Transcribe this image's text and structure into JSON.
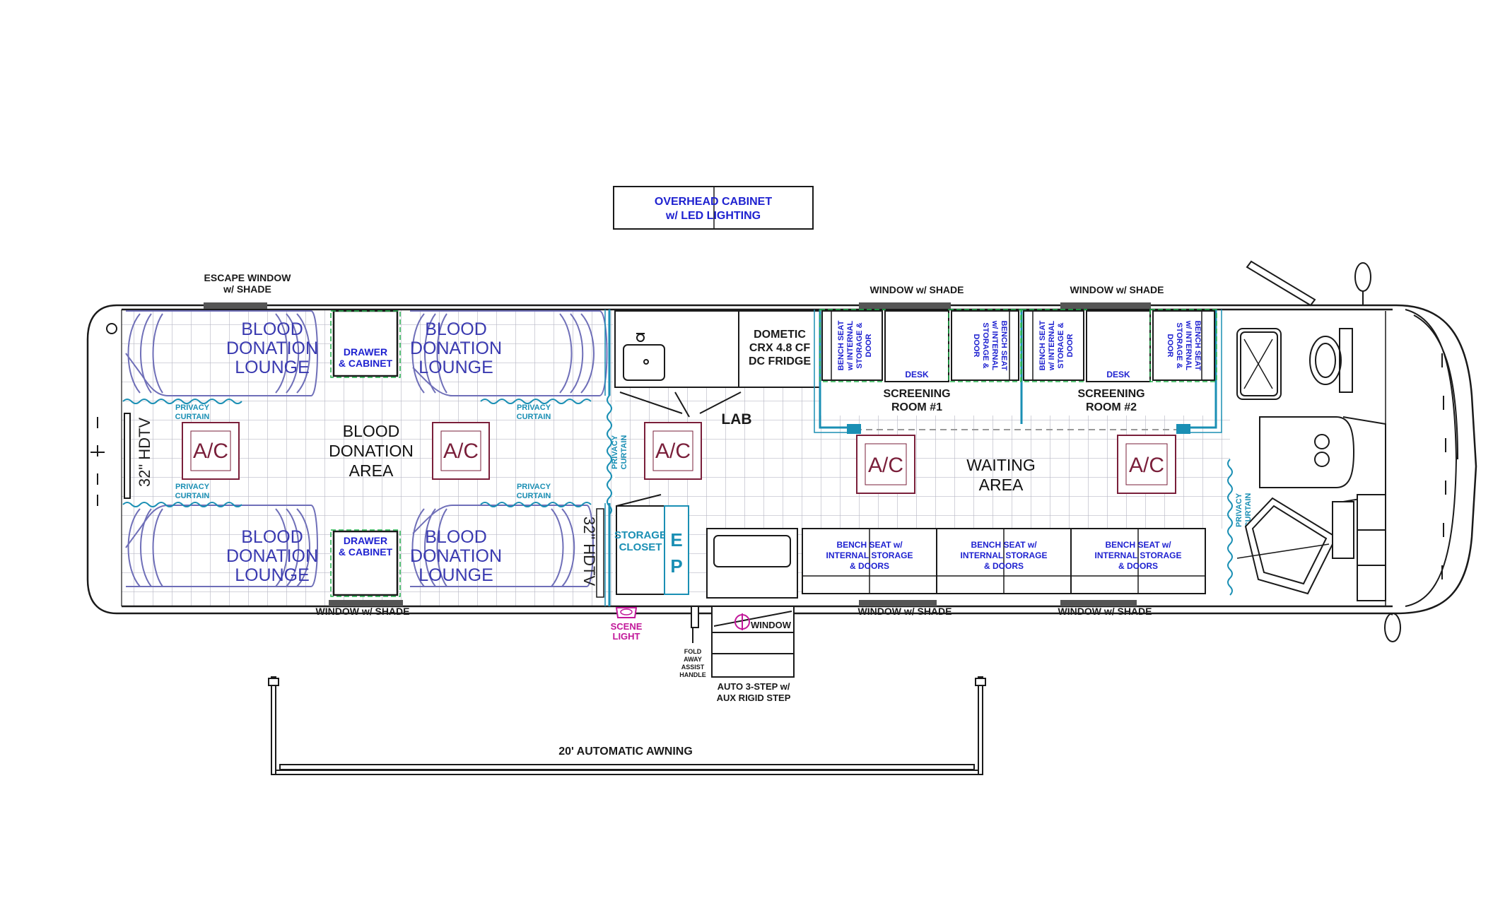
{
  "overhead_cabinet": {
    "line1": "OVERHEAD CABINET",
    "line2": "w/ LED LIGHTING"
  },
  "windows": {
    "escape_line1": "ESCAPE WINDOW",
    "escape_line2": "w/ SHADE",
    "shade": "WINDOW w/ SHADE",
    "door_window": "WINDOW"
  },
  "lounge": {
    "line1": "BLOOD",
    "line2": "DONATION",
    "line3": "LOUNGE"
  },
  "drawer_cabinet": {
    "line1": "DRAWER",
    "line2": "& CABINET"
  },
  "privacy_curtain": {
    "line1": "PRIVACY",
    "line2": "CURTAIN"
  },
  "ac_label": "A/C",
  "hdtv_label": "32\" HDTV",
  "blood_area": {
    "line1": "BLOOD",
    "line2": "DONATION",
    "line3": "AREA"
  },
  "fridge": {
    "line1": "DOMETIC",
    "line2": "CRX 4.8 CF",
    "line3": "DC FRIDGE"
  },
  "lab_label": "LAB",
  "storage_closet": {
    "line1": "STORAGE",
    "line2": "CLOSET"
  },
  "ep_label": {
    "e": "E",
    "p": "P"
  },
  "scene_light": {
    "line1": "SCENE",
    "line2": "LIGHT"
  },
  "fold_handle": {
    "line1": "FOLD",
    "line2": "AWAY",
    "line3": "ASSIST",
    "line4": "HANDLE"
  },
  "step": {
    "line1": "AUTO 3-STEP w/",
    "line2": "AUX RIGID STEP"
  },
  "awning_label": "20' AUTOMATIC AWNING",
  "bench_vertical": {
    "line1": "BENCH SEAT",
    "line2": "w/ INTERNAL",
    "line3": "STORAGE &",
    "line4": "DOOR"
  },
  "desk_label": "DESK",
  "screening1": {
    "line1": "SCREENING",
    "line2": "ROOM #1"
  },
  "screening2": {
    "line1": "SCREENING",
    "line2": "ROOM #2"
  },
  "waiting_area": {
    "line1": "WAITING",
    "line2": "AREA"
  },
  "bench_bottom": {
    "line1": "BENCH SEAT w/",
    "line2": "INTERNAL STORAGE",
    "line3": "& DOORS"
  },
  "colors": {
    "outline": "#1a1a1a",
    "grid": "#b9b9c6",
    "lounge": "#6f6fb8",
    "label_blue": "#1f22d0",
    "teal": "#1a8fb4",
    "green": "#22b24c",
    "ac": "#7a1f3a",
    "pink": "#c2189a"
  }
}
